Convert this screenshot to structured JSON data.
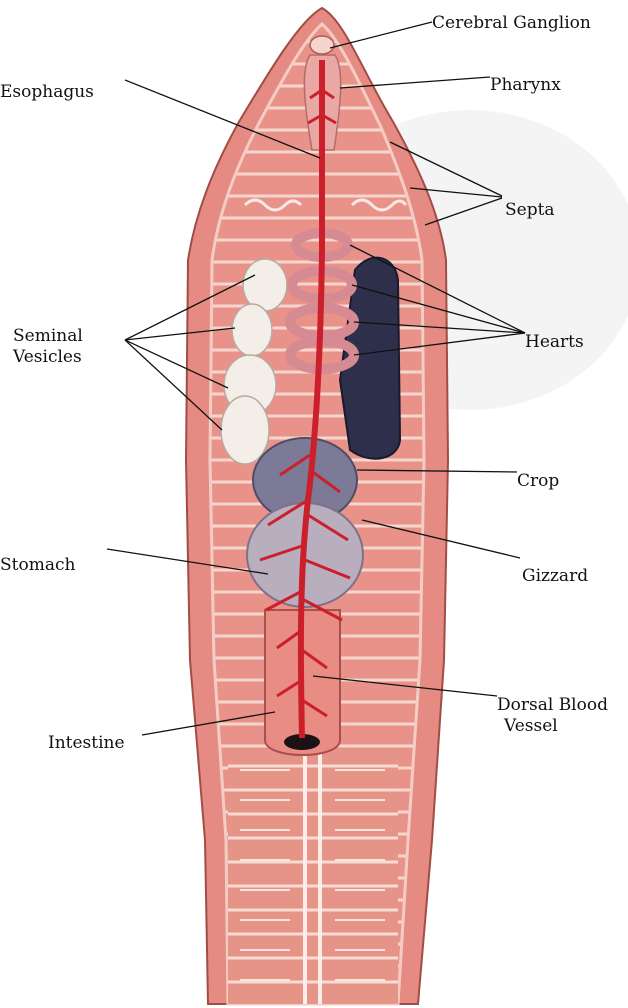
{
  "labels": {
    "cerebral_ganglion": "Cerebral Ganglion",
    "pharynx": "Pharynx",
    "esophagus": "Esophagus",
    "septa": "Septa",
    "seminal_vesicles": [
      "Seminal",
      "Vesicles"
    ],
    "hearts": "Hearts",
    "crop": "Crop",
    "stomach": "Stomach",
    "gizzard": "Gizzard",
    "dorsal_blood_vessel": [
      "Dorsal Blood",
      "Vessel"
    ],
    "intestine": "Intestine"
  },
  "colors": {
    "body_wall": "#e8928a",
    "segment_line": "#f6d6cf",
    "blood_vessel": "#cc1f2c",
    "vesicle": "#f3efe8",
    "dark_organ": "#2e2f4a",
    "crop_gizzard": "#8c8aa3"
  }
}
